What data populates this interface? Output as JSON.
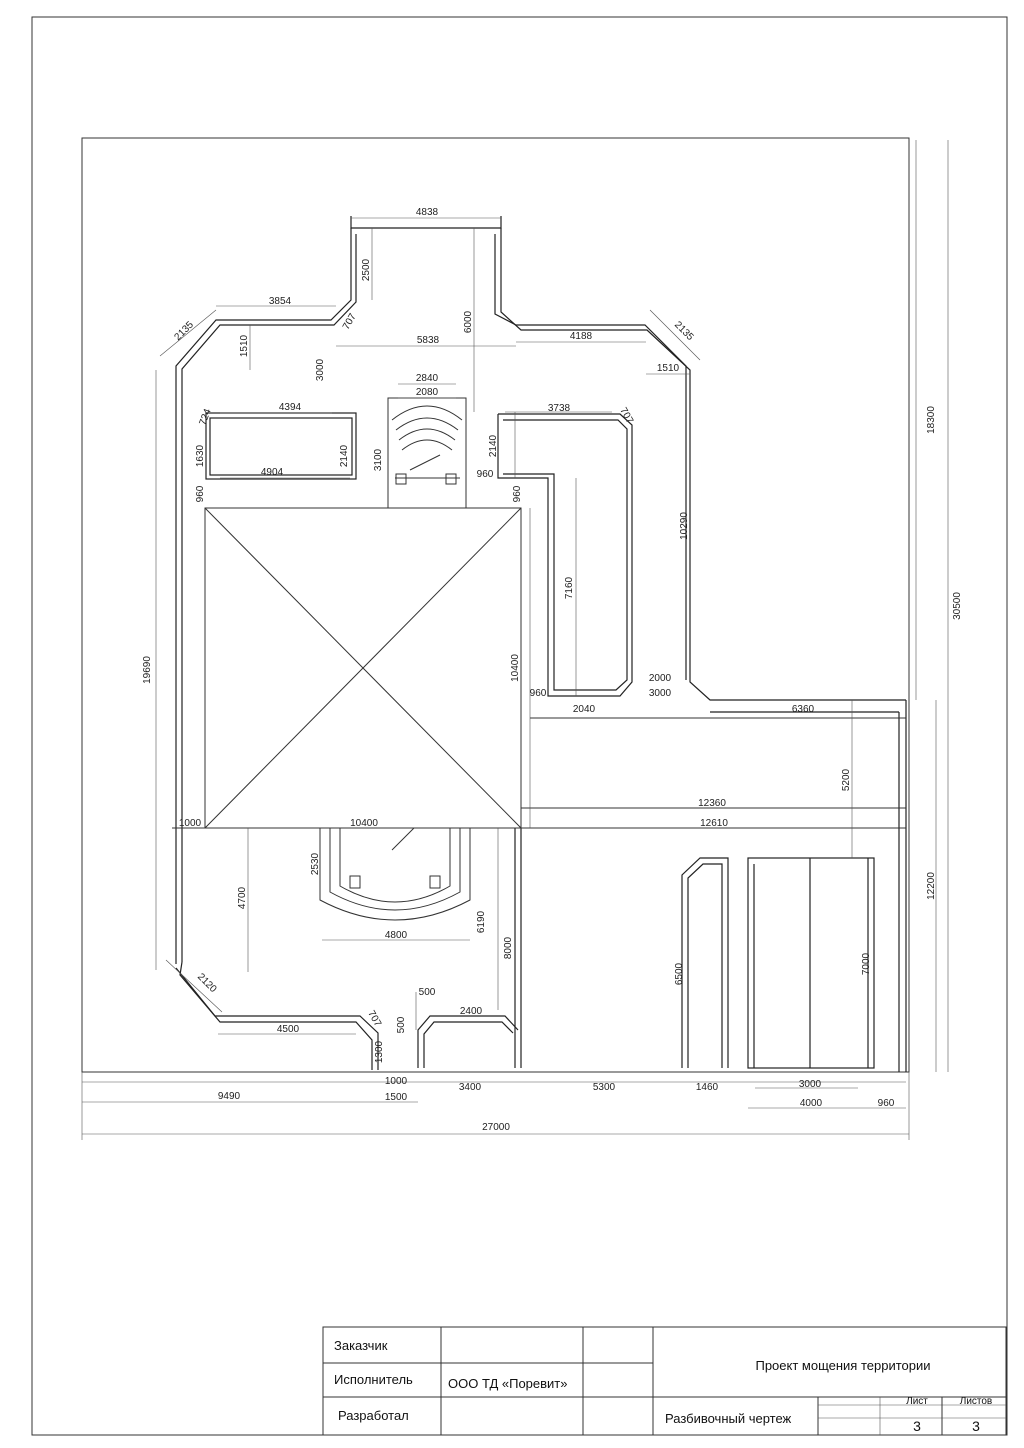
{
  "dims": {
    "d4838": "4838",
    "d2500": "2500",
    "d6000": "6000",
    "d3854": "3854",
    "d2135a": "2135",
    "d1510a": "1510",
    "d707a": "707",
    "d3000a": "3000",
    "d5838": "5838",
    "d4188": "4188",
    "d2135b": "2135",
    "d1510b": "1510",
    "d2840": "2840",
    "d2080": "2080",
    "d4394": "4394",
    "d724": "724",
    "d3738": "3738",
    "d707b": "707",
    "d1630": "1630",
    "d2140a": "2140",
    "d3100": "3100",
    "d2140b": "2140",
    "d4904": "4904",
    "d960a": "960",
    "d960b": "960",
    "d960c": "960",
    "d10290": "10290",
    "d7160": "7160",
    "d18300": "18300",
    "d30500": "30500",
    "d19690": "19690",
    "d10400v": "10400",
    "d2000": "2000",
    "d3000b": "3000",
    "d960d": "960",
    "d2040": "2040",
    "d6360": "6360",
    "d5200": "5200",
    "d12360": "12360",
    "d1000a": "1000",
    "d10400h": "10400",
    "d12610": "12610",
    "d12200": "12200",
    "d2530": "2530",
    "d4700": "4700",
    "d4800": "4800",
    "d6190": "6190",
    "d8000": "8000",
    "d6500": "6500",
    "d7000": "7000",
    "d2120": "2120",
    "d500a": "500",
    "d500b": "500",
    "d2400": "2400",
    "d4500": "4500",
    "d707c": "707",
    "d1300": "1300",
    "d1000b": "1000",
    "d3400": "3400",
    "d5300": "5300",
    "d1460": "1460",
    "d3000c": "3000",
    "d9490": "9490",
    "d1500": "1500",
    "d4000": "4000",
    "d960e": "960",
    "d27000": "27000"
  },
  "title_block": {
    "customer_label": "Заказчик",
    "executor_label": "Исполнитель",
    "executor_value": "ООО ТД «Поревит»",
    "developer_label": "Разработал",
    "project_title": "Проект мощения территории",
    "drawing_title": "Разбивочный чертеж",
    "sheet_label": "Лист",
    "sheets_label": "Листов",
    "sheet_value": "3",
    "sheets_value": "3"
  }
}
